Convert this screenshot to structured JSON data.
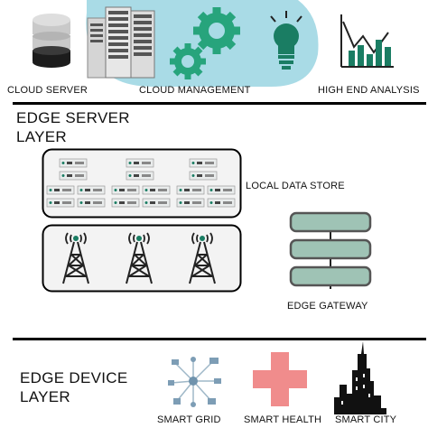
{
  "cloud_layer": {
    "cloud_server_label": "CLOUD SERVER",
    "cloud_management_label": "CLOUD MANAGEMENT",
    "high_end_analysis_label": "HIGH END ANALYSIS"
  },
  "edge_server_layer": {
    "title_line1": "EDGE SERVER",
    "title_line2": "LAYER",
    "local_data_store_label": "LOCAL DATA STORE",
    "edge_gateway_label": "EDGE GATEWAY"
  },
  "edge_device_layer": {
    "title_line1": "EDGE DEVICE",
    "title_line2": "LAYER",
    "smart_grid_label": "SMART GRID",
    "smart_health_label": "SMART HEALTH",
    "smart_city_label": "SMART CITY"
  },
  "colors": {
    "cloud": "#a9dbe6",
    "gear": "#27a47c",
    "bulb": "#1a7d63",
    "panel": "#f3f3f3",
    "gateway": "#9fc3b5",
    "cross": "#f08c8c",
    "server_chip": "#e9ecec"
  }
}
